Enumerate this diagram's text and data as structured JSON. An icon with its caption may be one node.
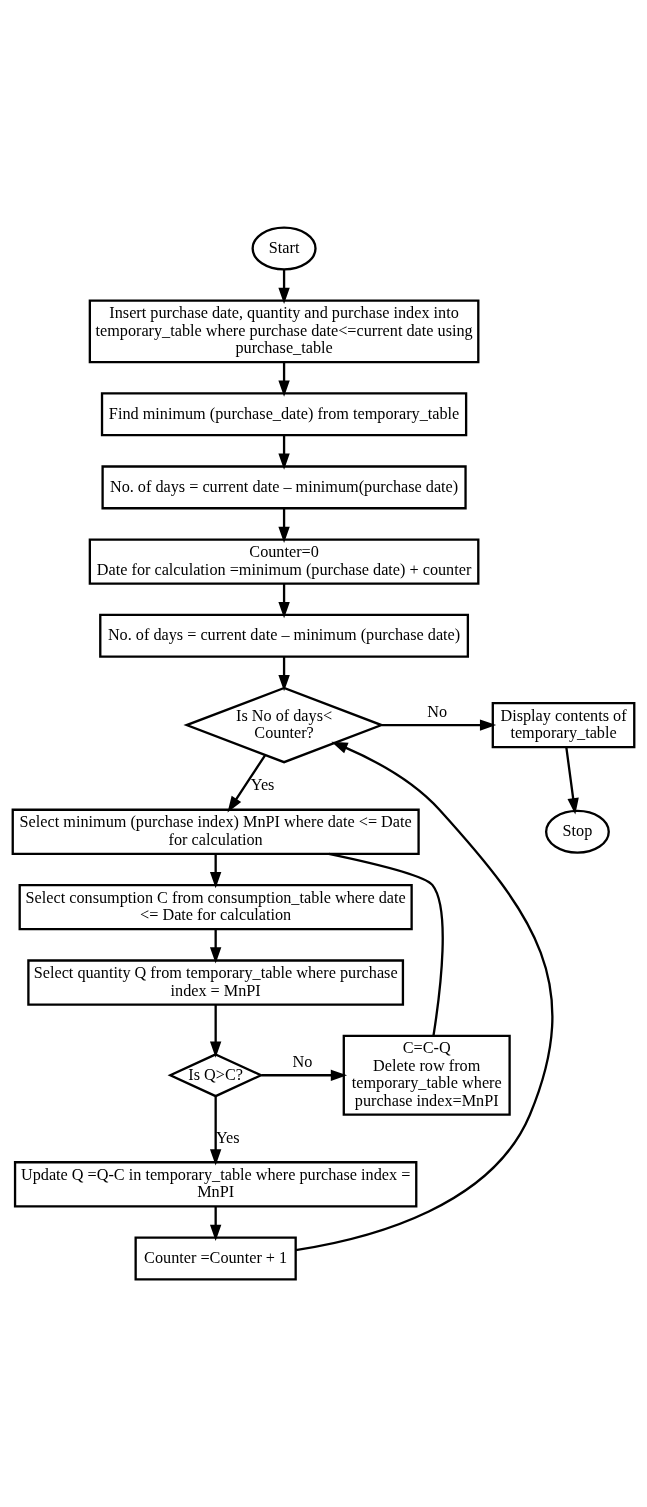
{
  "diagram": {
    "nodes": [
      {
        "text": [
          "Start"
        ]
      },
      {
        "text": [
          "Insert purchase date, quantity and purchase index into temporary_table where purchase date<=current date using purchase_table"
        ]
      },
      {
        "text": [
          "Find minimum (purchase_date) from temporary_table"
        ]
      },
      {
        "text": [
          "No. of days = current date – minimum(purchase date)"
        ]
      },
      {
        "text": [
          "Counter=0",
          "Date for calculation =minimum (purchase date) + counter"
        ]
      },
      {
        "text": [
          "No. of days = current date – minimum (purchase date)"
        ]
      },
      {
        "text": [
          "Is No of days< Counter?"
        ]
      },
      {
        "text": [
          "Display contents of temporary_table"
        ]
      },
      {
        "text": [
          "Stop"
        ]
      },
      {
        "text": [
          "Select minimum (purchase index) MnPI where date <= Date for calculation"
        ]
      },
      {
        "text": [
          "Select consumption C from consumption_table where date <= Date for calculation"
        ]
      },
      {
        "text": [
          "Select quantity Q from temporary_table where purchase index = MnPI"
        ]
      },
      {
        "text": [
          "Is Q>C?"
        ]
      },
      {
        "text": [
          "C=C-Q",
          "Delete row from temporary_table where purchase index=MnPI"
        ]
      },
      {
        "text": [
          "Update Q =Q-C in temporary_table where purchase index = MnPI"
        ]
      },
      {
        "text": [
          "Counter =Counter + 1"
        ]
      }
    ],
    "edges": [
      {
        "from": 0,
        "to": 1,
        "arrow": "to"
      },
      {
        "from": 1,
        "to": 2,
        "arrow": "to"
      },
      {
        "from": 2,
        "to": 3,
        "arrow": "to"
      },
      {
        "from": 3,
        "to": 4,
        "arrow": "to"
      },
      {
        "from": 4,
        "to": 5,
        "arrow": "to"
      },
      {
        "from": 5,
        "to": 6,
        "arrow": "to"
      },
      {
        "from": 6,
        "to": 7,
        "label": "No",
        "arrow": "to"
      },
      {
        "from": 7,
        "to": 8,
        "arrow": "to"
      },
      {
        "from": 6,
        "to": 9,
        "label": "Yes",
        "arrow": "to"
      },
      {
        "from": 9,
        "to": 10,
        "arrow": "to"
      },
      {
        "from": 10,
        "to": 11,
        "arrow": "to"
      },
      {
        "from": 11,
        "to": 12,
        "arrow": "to"
      },
      {
        "from": 12,
        "to": 13,
        "label": "No",
        "arrow": "to"
      },
      {
        "from": 12,
        "to": 14,
        "label": "Yes",
        "arrow": "to"
      },
      {
        "from": 13,
        "to": 9,
        "arrow": "none"
      },
      {
        "from": 14,
        "to": 15,
        "arrow": "to"
      },
      {
        "from": 15,
        "to": 6,
        "arrow": "to"
      }
    ]
  }
}
